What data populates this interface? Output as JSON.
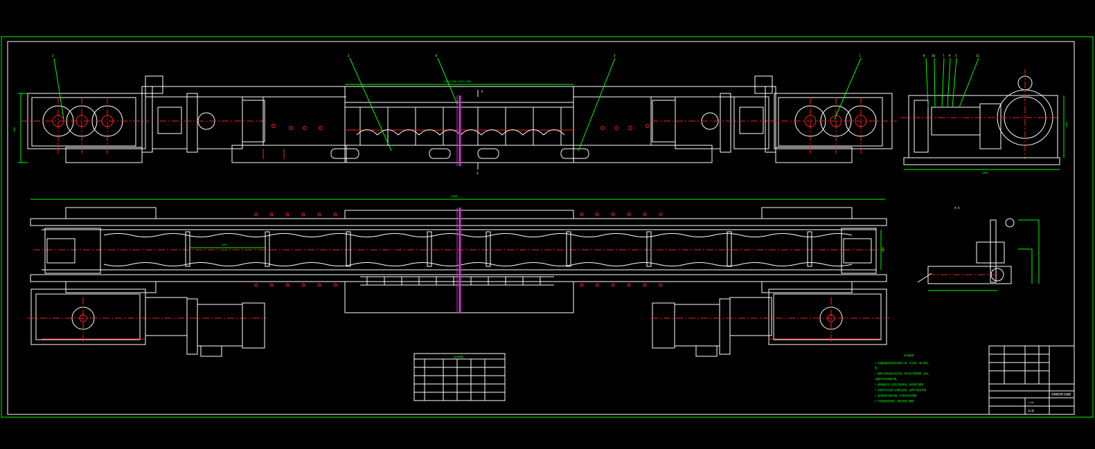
{
  "drawing": {
    "background": "#000000",
    "frame_color": "#00ff00",
    "outline_color": "#ffffff",
    "hidden_color": "#ff2020",
    "section_color": "#cc33cc",
    "dim_color": "#00ff00"
  },
  "callouts": {
    "top_left": "3",
    "top_mid_1": "2",
    "top_mid_2": "6",
    "top_mid_3": "4",
    "top_right": "1",
    "side_1": "8",
    "side_2": "10",
    "side_3": "7",
    "side_4": "9",
    "side_5": "5",
    "side_6": "11"
  },
  "dimensions": {
    "overall_length": "13800",
    "top_span": "2700/2300/1010/1500",
    "rail_span": "2900",
    "side_width": "2000",
    "section_width": "1100",
    "height_left": "860",
    "pitch": "4907"
  },
  "section_marks": {
    "cut_top": "A",
    "cut_bottom": "A",
    "section_view": "A-A"
  },
  "tech_requirements": {
    "title": "技术要求",
    "lines": [
      "1.机器组装前各零件清洗干净，无毛刺、油污等杂",
      "质。",
      "2.链条与链轮啮合应灵活，转动无卡阻现象，各运",
      "动部件动作准确可靠。",
      "3.减速器内注入规定的润滑油，按说明书要求",
      "4.安装完毕后进行空载试运转，运转平稳无异常",
      "5.各紧固件连接牢固，不得有松动现象。",
      "6.外表面涂防锈漆，颜色按用户要求"
    ]
  },
  "param_table": {
    "title": "技术参数"
  },
  "title_block": {
    "drawing_title": "刮板输送机总装图",
    "scale": "1:20",
    "sheet": "共1张"
  }
}
